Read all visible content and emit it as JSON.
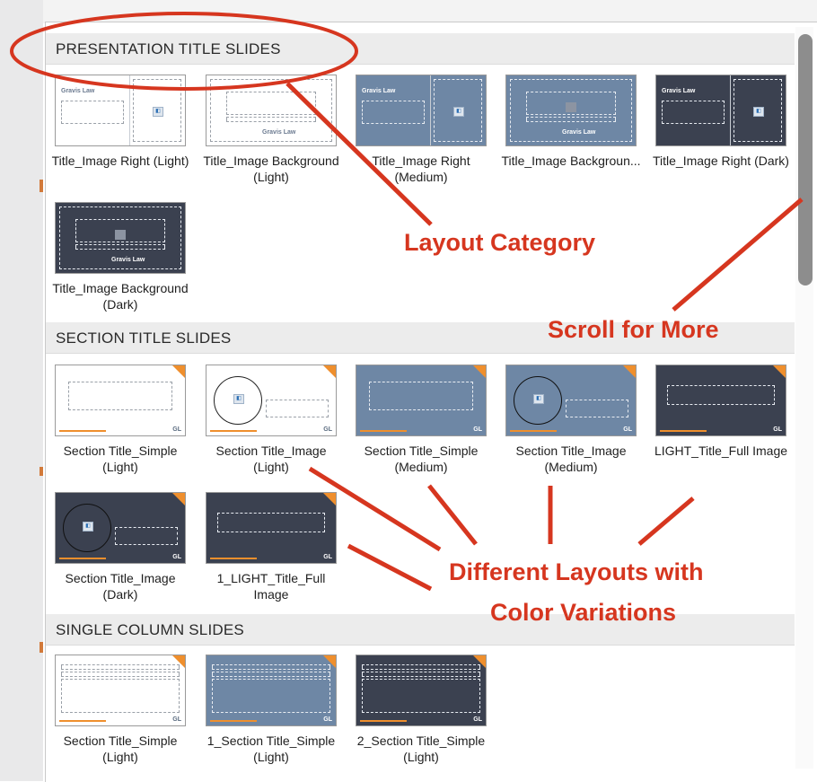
{
  "sections": [
    {
      "title": "PRESENTATION TITLE SLIDES",
      "items": [
        {
          "label": "Title_Image Right (Light)",
          "theme": "light",
          "variant": "title-right"
        },
        {
          "label": "Title_Image Background (Light)",
          "theme": "light",
          "variant": "title-bg"
        },
        {
          "label": "Title_Image Right (Medium)",
          "theme": "medium",
          "variant": "title-right"
        },
        {
          "label": "Title_Image Backgroun...",
          "theme": "medium",
          "variant": "title-bg"
        },
        {
          "label": "Title_Image Right (Dark)",
          "theme": "dark",
          "variant": "title-right"
        },
        {
          "label": "Title_Image Background (Dark)",
          "theme": "dark",
          "variant": "title-bg"
        }
      ]
    },
    {
      "title": "SECTION TITLE SLIDES",
      "items": [
        {
          "label": "Section Title_Simple (Light)",
          "theme": "light",
          "variant": "section-simple"
        },
        {
          "label": "Section Title_Image (Light)",
          "theme": "light",
          "variant": "section-image"
        },
        {
          "label": "Section Title_Simple (Medium)",
          "theme": "medium",
          "variant": "section-simple"
        },
        {
          "label": "Section Title_Image (Medium)",
          "theme": "medium",
          "variant": "section-image"
        },
        {
          "label": "LIGHT_Title_Full Image",
          "theme": "dark",
          "variant": "full-image"
        },
        {
          "label": "Section Title_Image (Dark)",
          "theme": "dark",
          "variant": "section-image"
        },
        {
          "label": "1_LIGHT_Title_Full Image",
          "theme": "dark",
          "variant": "full-image"
        }
      ]
    },
    {
      "title": "SINGLE COLUMN SLIDES",
      "items": [
        {
          "label": "Section Title_Simple (Light)",
          "theme": "light",
          "variant": "single-col"
        },
        {
          "label": "1_Section Title_Simple (Light)",
          "theme": "medium",
          "variant": "single-col"
        },
        {
          "label": "2_Section Title_Simple (Light)",
          "theme": "dark",
          "variant": "single-col"
        }
      ]
    }
  ],
  "thumb_text": {
    "logo": "Gravis Law",
    "mark": "GL"
  },
  "annotations": {
    "layout_category": "Layout Category",
    "scroll_more": "Scroll for More",
    "different_layouts_line1": "Different Layouts with",
    "different_layouts_line2": "Color Variations"
  },
  "colors": {
    "annotation": "#d6361f",
    "accent": "#ef8f2d",
    "medium": "#6e87a5",
    "dark": "#3b4150"
  }
}
